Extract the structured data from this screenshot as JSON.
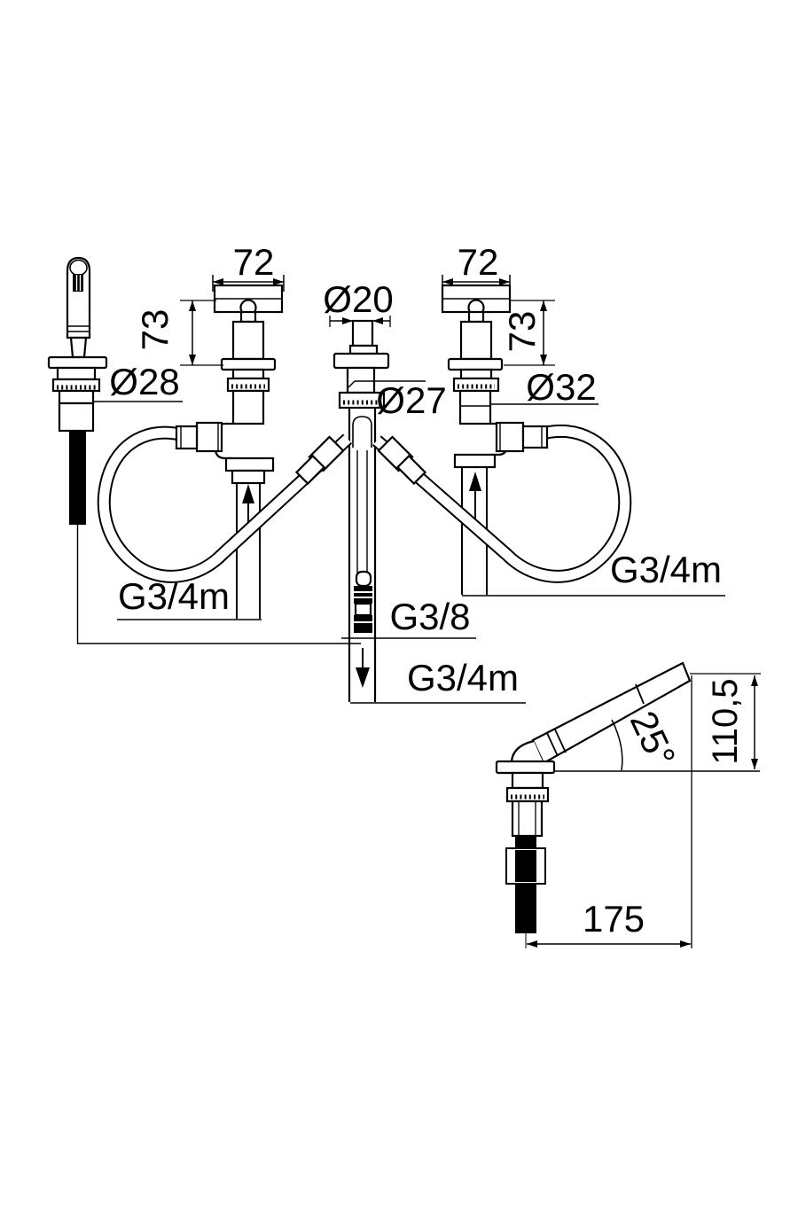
{
  "figure": {
    "type": "technical-dimension-drawing",
    "subject": "deck-mounted bath mixer set with hand shower, two cross-handle valves, center hose unit and 25-degree spout"
  },
  "colors": {
    "line": "#000000",
    "background": "#ffffff"
  },
  "labels": {
    "dim72_left": "72",
    "dim72_right": "72",
    "dim73_left": "73",
    "dim73_right": "73",
    "dia20": "Ø20",
    "dia28": "Ø28",
    "dia27": "Ø27",
    "dia32": "Ø32",
    "g34m_left": "G3/4m",
    "g38_center": "G3/8",
    "g34m_bottom": "G3/4m",
    "g34m_right": "G3/4m",
    "angle25": "25°",
    "dim110_5": "110,5",
    "dim175": "175"
  }
}
